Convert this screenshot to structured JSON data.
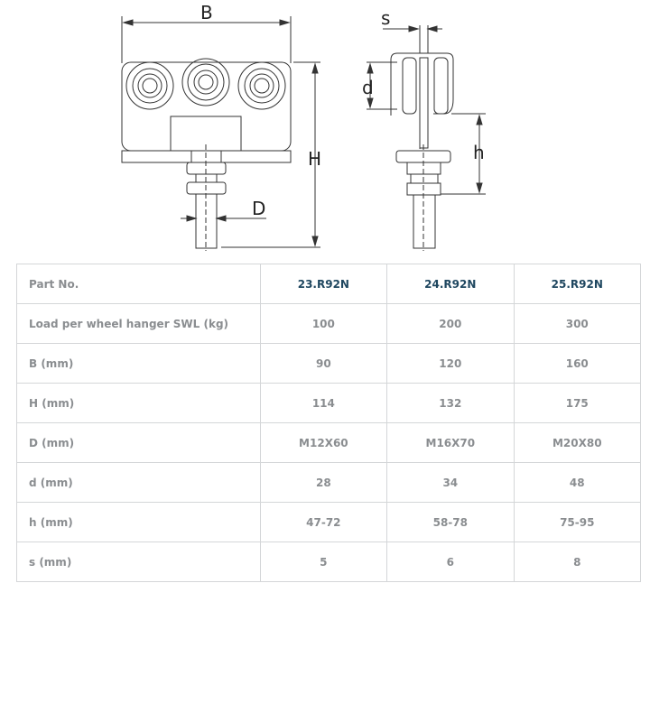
{
  "drawing": {
    "labels": {
      "B": "B",
      "s": "s",
      "d": "d",
      "H": "H",
      "h": "h",
      "D": "D"
    }
  },
  "table": {
    "rows": [
      {
        "label": "Part No.",
        "values": [
          "23.R92N",
          "24.R92N",
          "25.R92N"
        ]
      },
      {
        "label": "Load per wheel hanger SWL (kg)",
        "values": [
          "100",
          "200",
          "300"
        ]
      },
      {
        "label": "B (mm)",
        "values": [
          "90",
          "120",
          "160"
        ]
      },
      {
        "label": "H (mm)",
        "values": [
          "114",
          "132",
          "175"
        ]
      },
      {
        "label": "D (mm)",
        "values": [
          "M12X60",
          "M16X70",
          "M20X80"
        ]
      },
      {
        "label": "d (mm)",
        "values": [
          "28",
          "34",
          "48"
        ]
      },
      {
        "label": "h (mm)",
        "values": [
          "47-72",
          "58-78",
          "75-95"
        ]
      },
      {
        "label": "s (mm)",
        "values": [
          "5",
          "6",
          "8"
        ]
      }
    ]
  }
}
